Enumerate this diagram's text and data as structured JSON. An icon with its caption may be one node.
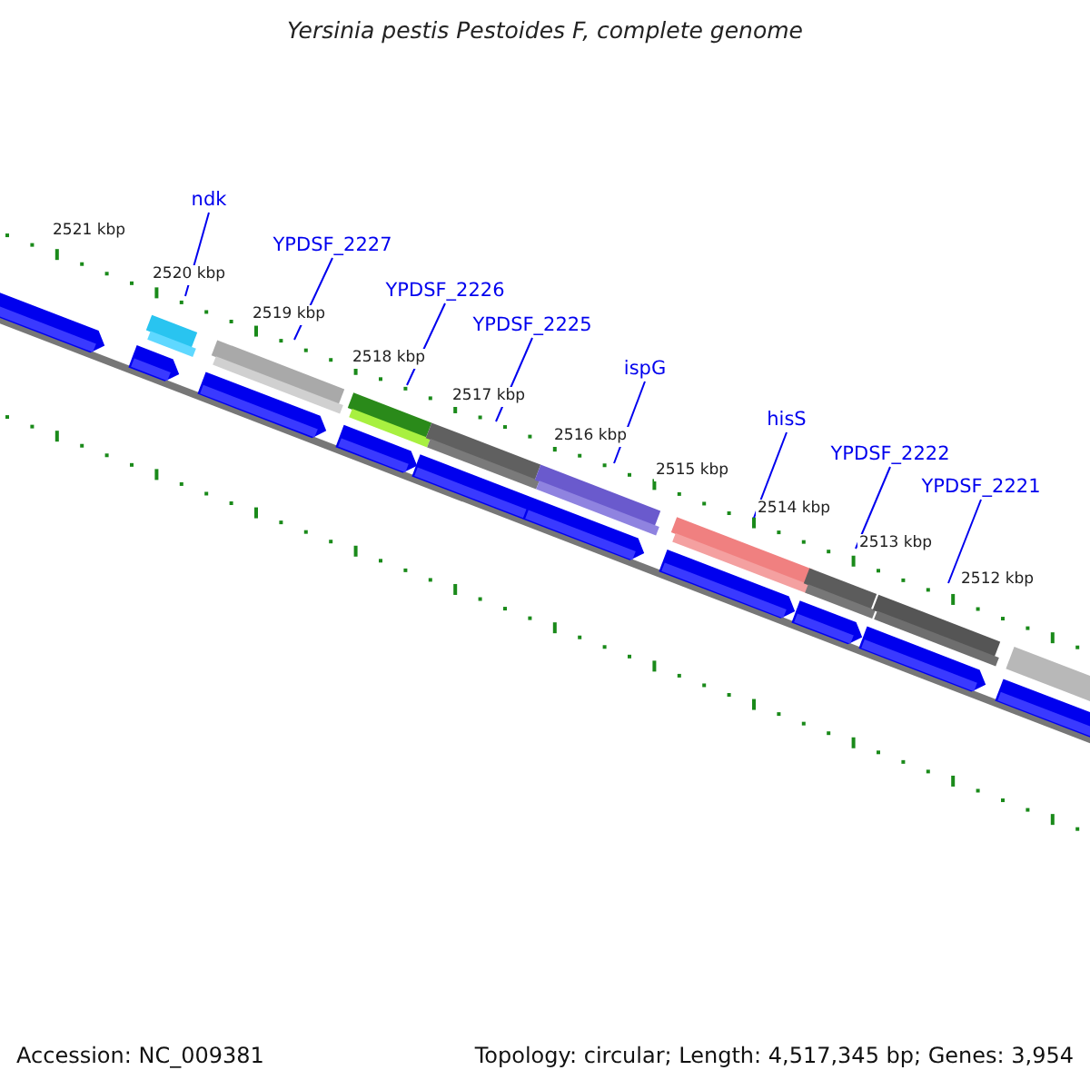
{
  "diagram": {
    "title": "Yersinia pestis Pestoides F, complete genome",
    "nodes": [
      {
        "text": [
          "ndk"
        ]
      },
      {
        "text": [
          "YPDSF_2227"
        ]
      },
      {
        "text": [
          "YPDSF_2226"
        ]
      },
      {
        "text": [
          "YPDSF_2225"
        ]
      },
      {
        "text": [
          "ispG"
        ]
      },
      {
        "text": [
          "hisS"
        ]
      },
      {
        "text": [
          "YPDSF_2222"
        ]
      },
      {
        "text": [
          "YPDSF_2221"
        ]
      },
      {
        "text": [],
        "shape": "bar"
      },
      {
        "text": [],
        "shape": "bar"
      },
      {
        "text": [],
        "shape": "bar"
      },
      {
        "text": [],
        "shape": "bar"
      },
      {
        "text": [],
        "shape": "bar"
      },
      {
        "text": [],
        "shape": "bar"
      },
      {
        "text": [],
        "shape": "bar"
      },
      {
        "text": [],
        "shape": "bar"
      }
    ],
    "edges": [
      {
        "from": 0,
        "to": 8,
        "arrow": "none"
      },
      {
        "from": 1,
        "to": 9,
        "arrow": "none"
      },
      {
        "from": 2,
        "to": 10,
        "arrow": "none"
      },
      {
        "from": 3,
        "to": 11,
        "arrow": "none"
      },
      {
        "from": 4,
        "to": 12,
        "arrow": "none"
      },
      {
        "from": 5,
        "to": 13,
        "arrow": "none"
      },
      {
        "from": 6,
        "to": 14,
        "arrow": "none"
      },
      {
        "from": 7,
        "to": 15,
        "arrow": "none"
      }
    ],
    "labels": [
      "2521 kbp",
      "2520 kbp",
      "2519 kbp",
      "2518 kbp",
      "2517 kbp",
      "2516 kbp",
      "2515 kbp",
      "2514 kbp",
      "2513 kbp",
      "2512 kbp",
      "Accession: NC_009381",
      "Topology: circular; Length: 4,517,345 bp; Genes: 3,954"
    ]
  }
}
